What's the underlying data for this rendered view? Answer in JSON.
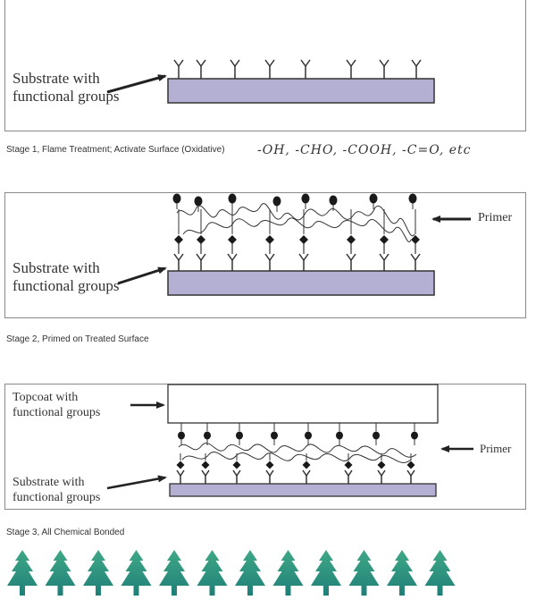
{
  "stage1": {
    "substrate_label": [
      "Substrate with",
      "functional groups"
    ],
    "caption": "Stage 1, Flame Treatment; Activate Surface (Oxidative)",
    "handwritten": "-OH, -CHO, -COOH, -C=O, etc"
  },
  "stage2": {
    "substrate_label": [
      "Substrate with",
      "functional groups"
    ],
    "primer_label": "Primer",
    "caption": "Stage 2, Primed on Treated Surface"
  },
  "stage3": {
    "topcoat_label": [
      "Topcoat with",
      "functional groups"
    ],
    "substrate_label": [
      "Substrate with",
      "functional groups"
    ],
    "primer_label": "Primer",
    "caption": "Stage 3, All Chemical Bonded"
  },
  "colors": {
    "substrate_fill": "#b4b0d4",
    "tree_dark": "#1f7f78",
    "tree_light": "#3fa886"
  },
  "tree_count": 12
}
